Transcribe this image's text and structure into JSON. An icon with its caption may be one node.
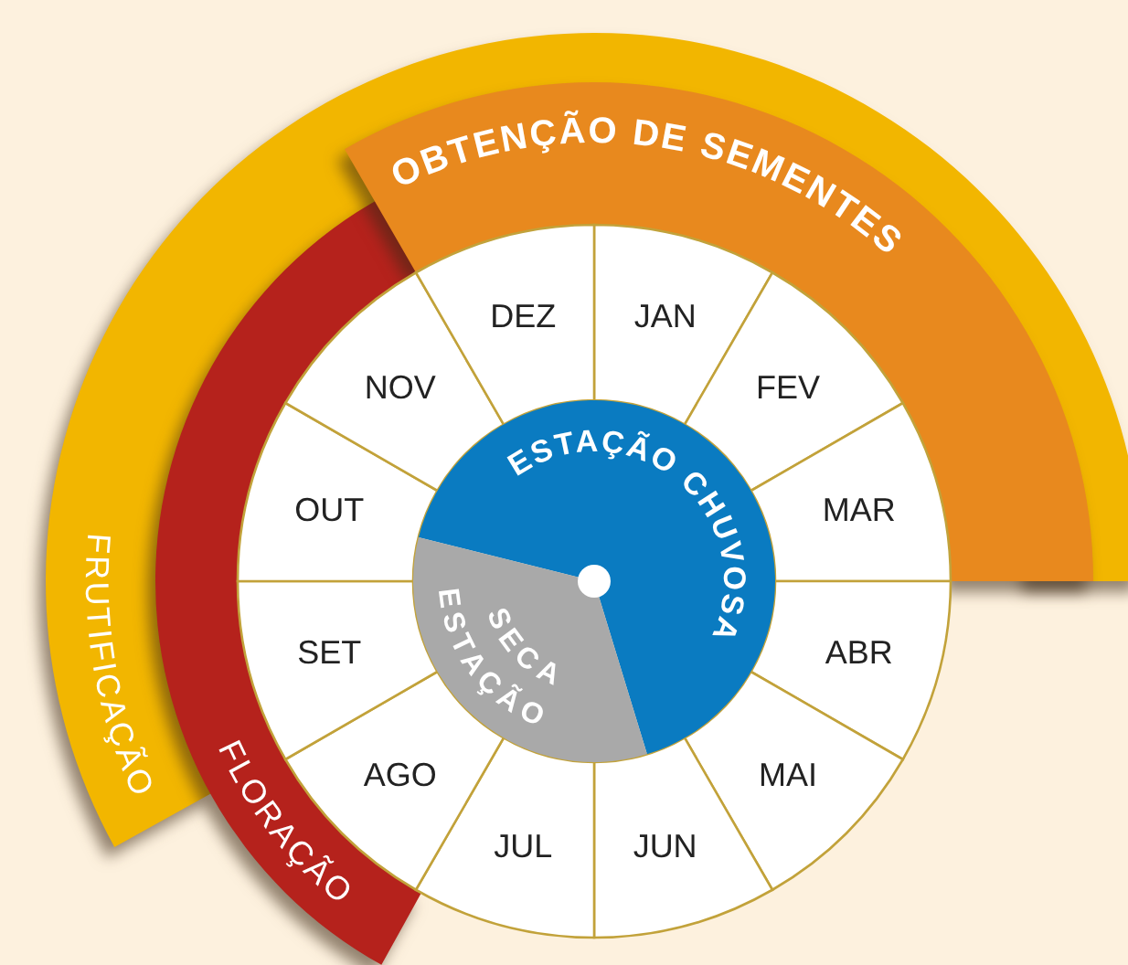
{
  "diagram": {
    "nodes": [
      {
        "text": [
          "OBTENÇÃO DE SEMENTES"
        ]
      },
      {
        "text": [
          "FRUTIFICAÇÃO"
        ]
      },
      {
        "text": [
          "FLORAÇÃO"
        ]
      },
      {
        "text": [
          "JAN"
        ]
      },
      {
        "text": [
          "FEV"
        ]
      },
      {
        "text": [
          "MAR"
        ]
      },
      {
        "text": [
          "ABR"
        ]
      },
      {
        "text": [
          "MAI"
        ]
      },
      {
        "text": [
          "JUN"
        ]
      },
      {
        "text": [
          "JUL"
        ]
      },
      {
        "text": [
          "AGO"
        ]
      },
      {
        "text": [
          "SET"
        ]
      },
      {
        "text": [
          "OUT"
        ]
      },
      {
        "text": [
          "NOV"
        ]
      },
      {
        "text": [
          "DEZ"
        ]
      },
      {
        "text": [
          "ESTAÇÃO CHUVOSA"
        ]
      },
      {
        "text": [
          "ESTAÇÃO SECA"
        ]
      }
    ]
  }
}
